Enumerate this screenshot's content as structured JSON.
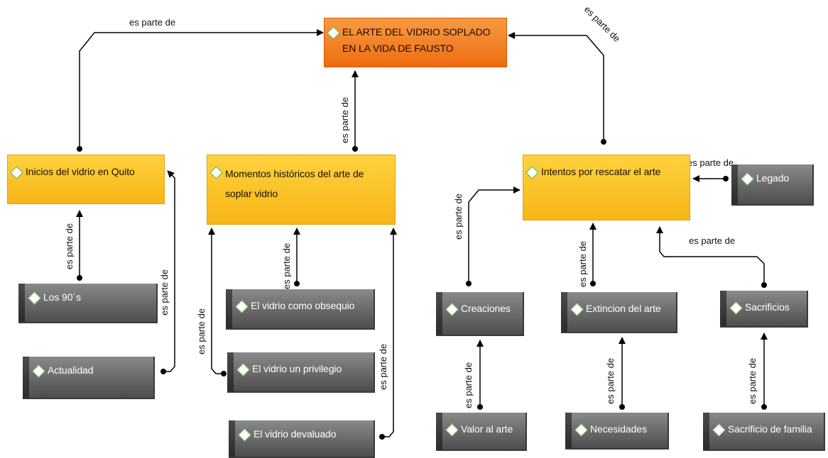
{
  "colors": {
    "root_fill": "#f2801f",
    "main_fill": "#fbc52b",
    "sub_fill": "#6e6e6e",
    "icon": "#5fb349",
    "line": "#000000"
  },
  "link_label": "es parte de",
  "nodes": {
    "root": {
      "line1": "EL ARTE DEL VIDRIO SOPLADO",
      "line2": "EN LA VIDA DE FAUSTO"
    },
    "inicios": "Inicios del vidrio en Quito",
    "momentos": {
      "line1": "Momentos históricos del arte de",
      "line2": "soplar vidrio"
    },
    "intentos": "Intentos por rescatar el arte",
    "legado": "Legado",
    "los90": "Los 90´s",
    "actualidad": "Actualidad",
    "obsequio": "El vidrio como obsequio",
    "privilegio": "El vidrio un privilegio",
    "devaluado": "El vidrio devaluado",
    "creaciones": "Creaciones",
    "extincion": "Extincion del arte",
    "sacrificios": "Sacrificios",
    "valor": "Valor al arte",
    "necesidades": "Necesidades",
    "sacrificio_familia": "Sacrificio de familia"
  }
}
